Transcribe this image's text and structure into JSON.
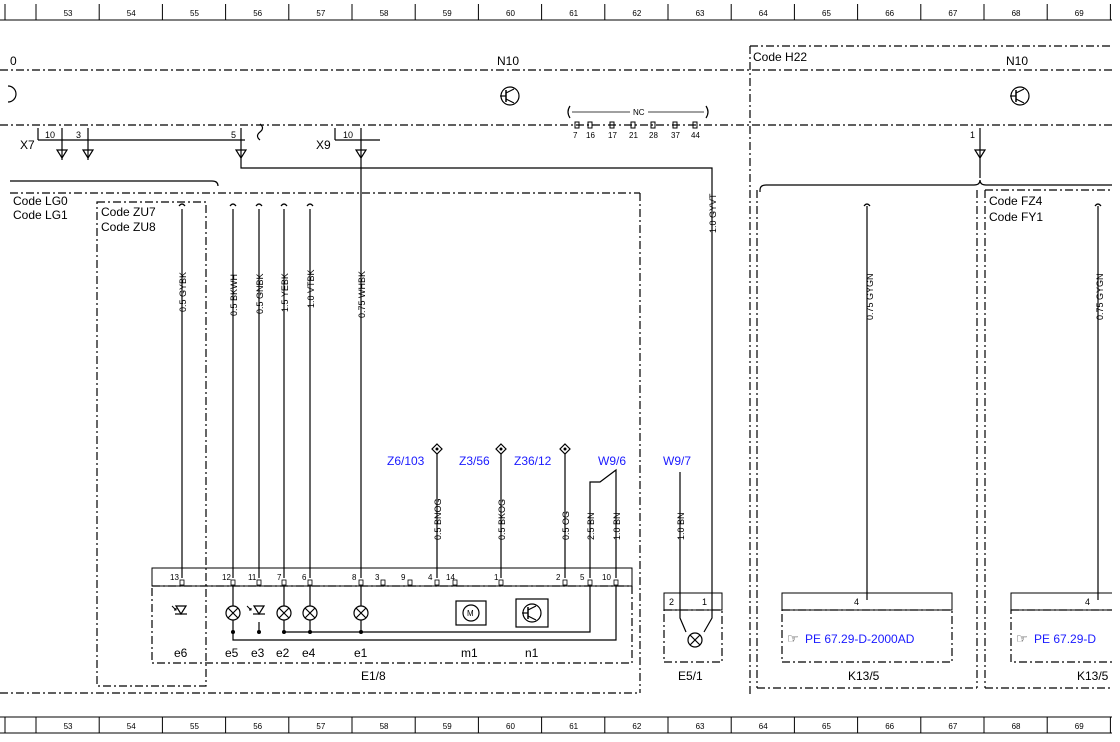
{
  "ruler": {
    "columns": [
      "53",
      "54",
      "55",
      "56",
      "57",
      "58",
      "59",
      "60",
      "61",
      "62",
      "63",
      "64",
      "65",
      "66",
      "67",
      "68",
      "69"
    ]
  },
  "headers": {
    "left_fragment": "0",
    "n10_left": "N10",
    "code_h22": "Code H22",
    "n10_right": "N10"
  },
  "connectors": {
    "x7": "X7",
    "x7_pins": [
      "10",
      "3",
      "5"
    ],
    "x9": "X9",
    "x9_pin": "10",
    "nc_label": "NC",
    "nc_pins": [
      "7",
      "16",
      "17",
      "21",
      "28",
      "37",
      "44"
    ],
    "right_pin": "1"
  },
  "codes": {
    "lg0": "Code LG0",
    "lg1": "Code LG1",
    "zu7": "Code ZU7",
    "zu8": "Code ZU8",
    "fz4": "Code FZ4",
    "fy1": "Code FY1"
  },
  "wires": {
    "gybk": "0.5 GYBK",
    "bkwh": "0.5 BKWH",
    "gnbk": "0.5 GNBK",
    "yebk": "1.5 YEBK",
    "vtbk": "1.0 VTBK",
    "whbk": "0.75 WHBK",
    "bnog": "0.5 BNOG",
    "bkog": "0.5 BKOG",
    "og": "0.5 OG",
    "bn25": "2.5 BN",
    "bn10a": "1.0 BN",
    "bn10b": "1.0 BN",
    "gyvt": "1.0 GYVT",
    "gygn_a": "0.75 GYGN",
    "gygn_b": "0.75 GYGN"
  },
  "refs": {
    "z6": "Z6/103",
    "z3": "Z3/56",
    "z36": "Z36/12",
    "w96": "W9/6",
    "w97": "W9/7"
  },
  "e18": {
    "pins": [
      "13",
      "12",
      "11",
      "7",
      "6",
      "8",
      "3",
      "9",
      "4",
      "14",
      "1",
      "2",
      "5",
      "10"
    ],
    "components": [
      "e6",
      "e5",
      "e3",
      "e2",
      "e4",
      "e1",
      "m1",
      "n1"
    ],
    "name": "E1/8"
  },
  "e51": {
    "pins": [
      "2",
      "1"
    ],
    "name": "E5/1"
  },
  "k135": {
    "pin": "4",
    "pe": "PE 67.29-D-2000AD",
    "name": "K13/5"
  },
  "k135b": {
    "pin": "4",
    "pe": "PE 67.29-D",
    "name": "K13/5"
  },
  "colors": {
    "link": "#1a1aff",
    "line": "#000000"
  }
}
